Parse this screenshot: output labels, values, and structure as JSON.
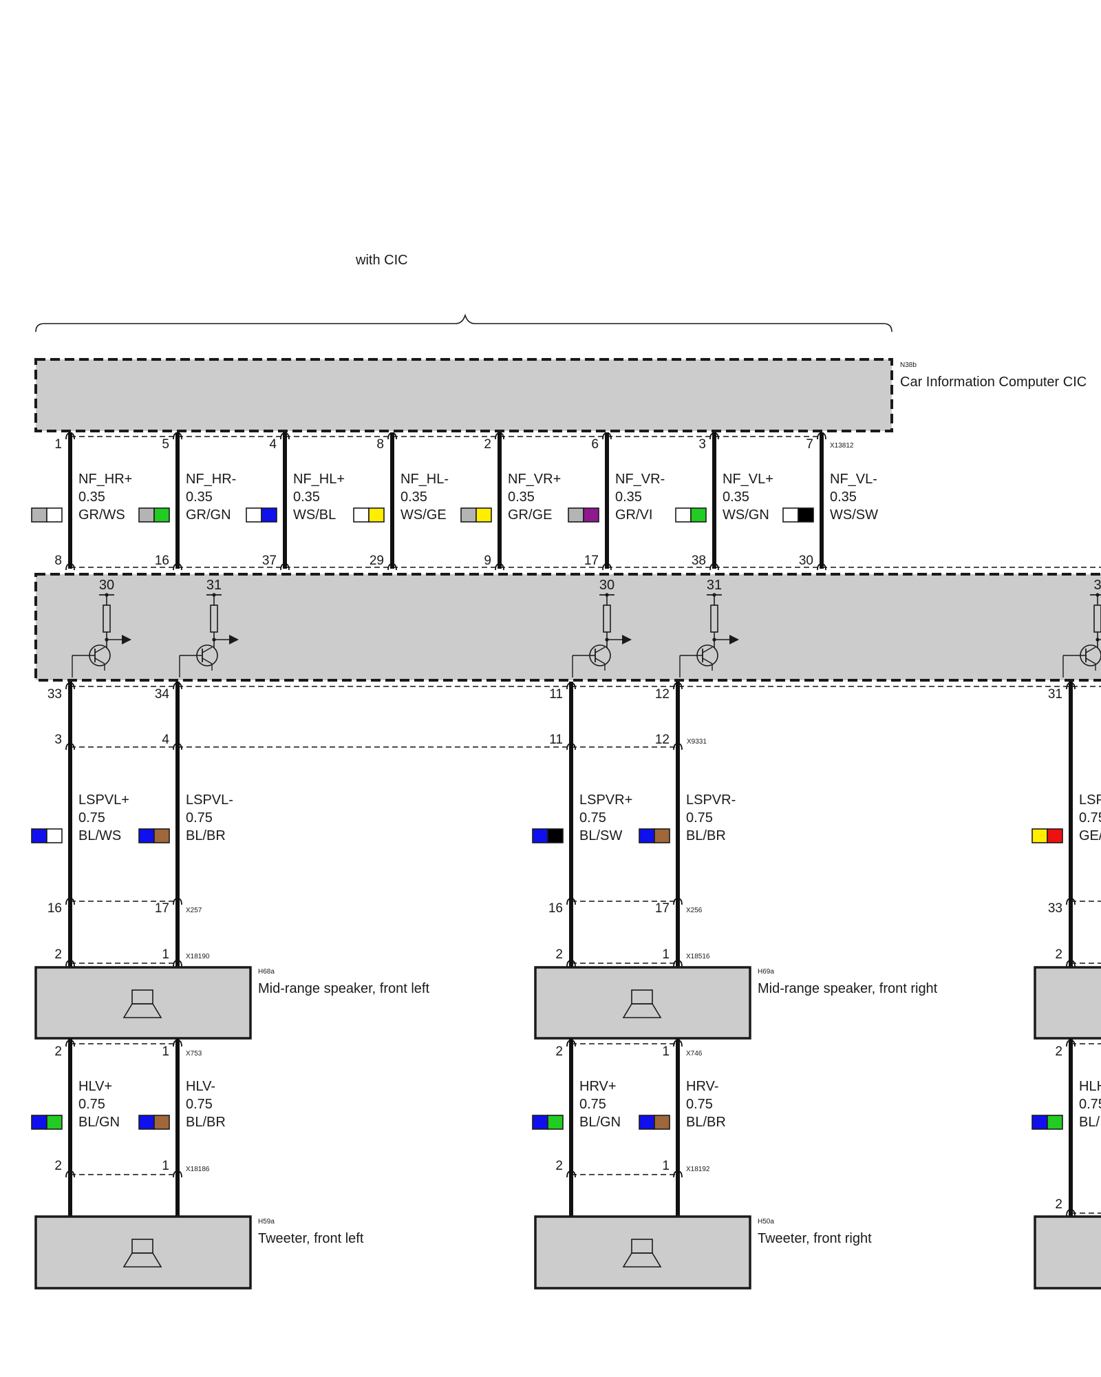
{
  "header": {
    "variant_label": "with CIC"
  },
  "modules": {
    "cic": {
      "code": "N38b",
      "name": "Car Information Computer CIC",
      "connector": "X13812",
      "pins_top": [
        "1",
        "5",
        "4",
        "8",
        "2",
        "6",
        "3",
        "7"
      ]
    },
    "amp": {
      "pins_in": [
        "8",
        "16",
        "37",
        "29",
        "9",
        "17",
        "38",
        "30"
      ],
      "supply_labels": [
        "30",
        "31",
        "30",
        "31",
        "3"
      ],
      "pins_out": [
        "33",
        "34",
        "11",
        "12",
        "31"
      ]
    }
  },
  "nf_wires": [
    {
      "signal": "NF_HR+",
      "size": "0.35",
      "color": "GR/WS",
      "swatch": [
        "#b4b4b4",
        "#ffffff"
      ]
    },
    {
      "signal": "NF_HR-",
      "size": "0.35",
      "color": "GR/GN",
      "swatch": [
        "#b4b4b4",
        "#22cc22"
      ]
    },
    {
      "signal": "NF_HL+",
      "size": "0.35",
      "color": "WS/BL",
      "swatch": [
        "#ffffff",
        "#1010ee"
      ]
    },
    {
      "signal": "NF_HL-",
      "size": "0.35",
      "color": "WS/GE",
      "swatch": [
        "#ffffff",
        "#ffee00"
      ]
    },
    {
      "signal": "NF_VR+",
      "size": "0.35",
      "color": "GR/GE",
      "swatch": [
        "#b4b4b4",
        "#ffee00"
      ]
    },
    {
      "signal": "NF_VR-",
      "size": "0.35",
      "color": "GR/VI",
      "swatch": [
        "#b4b4b4",
        "#8e1a8e"
      ]
    },
    {
      "signal": "NF_VL+",
      "size": "0.35",
      "color": "WS/GN",
      "swatch": [
        "#ffffff",
        "#22cc22"
      ]
    },
    {
      "signal": "NF_VL-",
      "size": "0.35",
      "color": "WS/SW",
      "swatch": [
        "#ffffff",
        "#000000"
      ]
    }
  ],
  "connector_x9331": {
    "name": "X9331",
    "pins": [
      "3",
      "4",
      "11",
      "12"
    ]
  },
  "speaker_wires": [
    {
      "signal": "LSPVL+",
      "size": "0.75",
      "color": "BL/WS",
      "swatch": [
        "#1010ee",
        "#ffffff"
      ]
    },
    {
      "signal": "LSPVL-",
      "size": "0.75",
      "color": "BL/BR",
      "swatch": [
        "#1010ee",
        "#a0673a"
      ]
    },
    {
      "signal": "LSPVR+",
      "size": "0.75",
      "color": "BL/SW",
      "swatch": [
        "#1010ee",
        "#000000"
      ]
    },
    {
      "signal": "LSPVR-",
      "size": "0.75",
      "color": "BL/BR",
      "swatch": [
        "#1010ee",
        "#a0673a"
      ]
    },
    {
      "signal": "LSP",
      "size": "0.75",
      "color": "GE/",
      "swatch": [
        "#ffee00",
        "#ee1111"
      ]
    }
  ],
  "inline_connectors": {
    "left": {
      "name": "X257",
      "pins": [
        "16",
        "17"
      ]
    },
    "mid": {
      "name": "X256",
      "pins": [
        "16",
        "17"
      ]
    },
    "right": {
      "pins": [
        "33"
      ]
    }
  },
  "speaker_connectors": {
    "left": {
      "name": "X18190",
      "pins": [
        "2",
        "1"
      ]
    },
    "mid": {
      "name": "X18516",
      "pins": [
        "2",
        "1"
      ]
    },
    "right": {
      "pins": [
        "2"
      ]
    }
  },
  "midrange_speakers": [
    {
      "code": "H68a",
      "name": "Mid-range speaker, front left"
    },
    {
      "code": "H69a",
      "name": "Mid-range speaker, front right"
    }
  ],
  "midrange_out_connectors": {
    "left": {
      "name": "X753",
      "pins": [
        "2",
        "1"
      ]
    },
    "mid": {
      "name": "X746",
      "pins": [
        "2",
        "1"
      ]
    },
    "right": {
      "pins": [
        "2"
      ]
    }
  },
  "tweeter_wires": [
    {
      "signal": "HLV+",
      "size": "0.75",
      "color": "BL/GN",
      "swatch": [
        "#1010ee",
        "#22cc22"
      ]
    },
    {
      "signal": "HLV-",
      "size": "0.75",
      "color": "BL/BR",
      "swatch": [
        "#1010ee",
        "#a0673a"
      ]
    },
    {
      "signal": "HRV+",
      "size": "0.75",
      "color": "BL/GN",
      "swatch": [
        "#1010ee",
        "#22cc22"
      ]
    },
    {
      "signal": "HRV-",
      "size": "0.75",
      "color": "BL/BR",
      "swatch": [
        "#1010ee",
        "#a0673a"
      ]
    },
    {
      "signal": "HLH",
      "size": "0.75",
      "color": "BL/",
      "swatch": [
        "#1010ee",
        "#22cc22"
      ]
    }
  ],
  "tweeter_connectors": {
    "left": {
      "name": "X18186",
      "pins": [
        "2",
        "1"
      ]
    },
    "mid": {
      "name": "X18192",
      "pins": [
        "2",
        "1"
      ]
    },
    "right": {
      "pins": [
        "2"
      ]
    }
  },
  "tweeters": [
    {
      "code": "H59a",
      "name": "Tweeter, front left"
    },
    {
      "code": "H50a",
      "name": "Tweeter, front right"
    }
  ]
}
